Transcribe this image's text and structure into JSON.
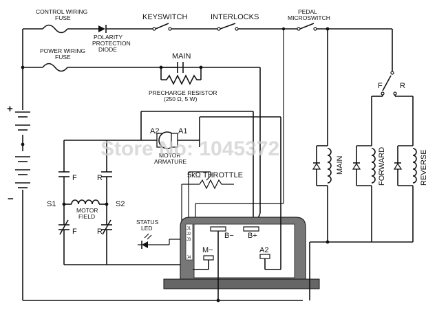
{
  "labels": {
    "control_fuse": [
      "CONTROL WIRING",
      "FUSE"
    ],
    "diode": [
      "POLARITY",
      "PROTECTION",
      "DIODE"
    ],
    "keyswitch": "KEYSWITCH",
    "interlocks": "INTERLOCKS",
    "pedal": [
      "PEDAL",
      "MICROSWITCH"
    ],
    "power_fuse": [
      "POWER WIRING",
      "FUSE"
    ],
    "main_contact": "MAIN",
    "precharge": [
      "PRECHARGE RESISTOR",
      "(250 Ω, 5 W)"
    ],
    "battery_plus": "+",
    "battery_minus": "−",
    "f_switch": "F",
    "r_switch": "R",
    "a2": "A2",
    "a1": "A1",
    "motor_armature": [
      "MOTOR",
      "ARMATURE"
    ],
    "contact_f_top": "F",
    "contact_r_top": "R",
    "s1": "S1",
    "s2": "S2",
    "motor_field": [
      "MOTOR",
      "FIELD"
    ],
    "contact_f_bot": "F",
    "contact_r_bot": "R",
    "throttle": "5kΩ THROTTLE",
    "status_led": [
      "STATUS",
      "LED"
    ],
    "j1": "J1",
    "j2": "J2",
    "j3": "J3",
    "j4": "J4",
    "b_minus": "B−",
    "b_plus": "B+",
    "m_minus": "M−",
    "ctrl_a2": "A2",
    "coil_main": "MAIN",
    "coil_forward": "FORWARD",
    "coil_reverse": "REVERSE",
    "watermark": "Store No: 1045372"
  }
}
